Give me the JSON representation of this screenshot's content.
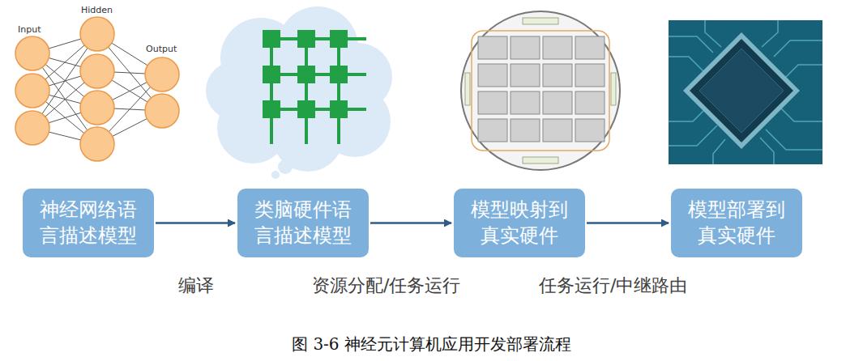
{
  "diagram": {
    "caption": "图 3-6 神经元计算机应用开发部署流程",
    "nodes": [
      {
        "text": [
          "神经网络语言描述模型"
        ]
      },
      {
        "text": [
          "类脑硬件语言描述模型"
        ]
      },
      {
        "text": [
          "模型映射到真实硬件"
        ]
      },
      {
        "text": [
          "模型部署到真实硬件"
        ]
      }
    ],
    "edges": [
      {
        "from": 0,
        "to": 1,
        "arrow": "to"
      },
      {
        "from": 1,
        "to": 2,
        "arrow": "to"
      },
      {
        "from": 2,
        "to": 3,
        "arrow": "to"
      }
    ],
    "labels": [
      "Input",
      "Hidden",
      "Output",
      "编译",
      "资源分配/任务运行",
      "任务运行/中继路由"
    ]
  }
}
